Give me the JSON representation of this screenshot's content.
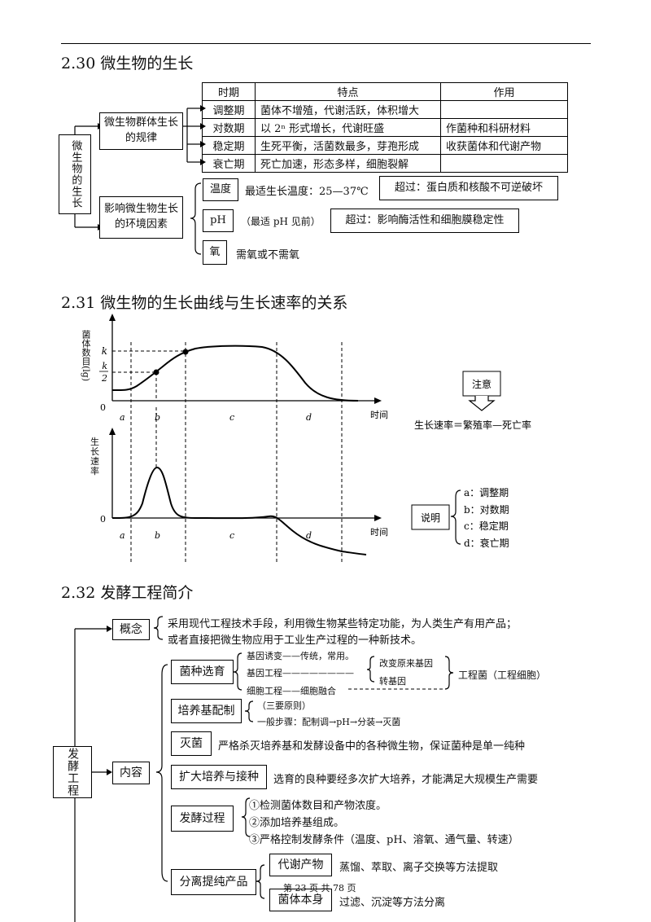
{
  "sec230": {
    "title": "2.30 微生物的生长",
    "root": "微生物的生长",
    "group_rule": "微生物群体生长的规律",
    "factors": "影响微生物生长的环境因素",
    "table": {
      "headers": [
        "时期",
        "特点",
        "作用"
      ],
      "rows": [
        {
          "phase": "调整期",
          "feature": "菌体不增殖，代谢活跃，体积增大",
          "use": ""
        },
        {
          "phase": "对数期",
          "feature": "以 2ⁿ 形式增长，代谢旺盛",
          "use": "作菌种和科研材料"
        },
        {
          "phase": "稳定期",
          "feature": "生死平衡，活菌数最多，芽孢形成",
          "use": "收获菌体和代谢产物"
        },
        {
          "phase": "衰亡期",
          "feature": "死亡加速，形态多样，细胞裂解",
          "use": ""
        }
      ]
    },
    "temp_label": "温度",
    "temp_text": "最适生长温度：25—37℃",
    "temp_over": "超过：蛋白质和核酸不可逆破坏",
    "ph_label": "pH",
    "ph_text": "（最适 pH 见前）",
    "ph_over": "超过：影响酶活性和细胞膜稳定性",
    "o2_label": "氧",
    "o2_text": "需氧或不需氧"
  },
  "sec231": {
    "title": "2.31 微生物的生长曲线与生长速率的关系",
    "y1_label": "菌体数目(lg)",
    "y2_label": "生长速率",
    "x_label": "时间",
    "zero": "0",
    "k": "k",
    "k2_num": "k",
    "k2_den": "2",
    "segments": [
      "a",
      "b",
      "c",
      "d"
    ],
    "note": "注意",
    "note_formula": "生长速率＝繁殖率—死亡率",
    "legend_title": "说明",
    "legend_items": [
      "a：调整期",
      "b：对数期",
      "c：稳定期",
      "d：衰亡期"
    ]
  },
  "sec232": {
    "title": "2.32 发酵工程简介",
    "root": "发酵工程",
    "concept": "概念",
    "concept_text1": "采用现代工程技术手段，利用微生物某些特定功能，为人类生产有用产品；",
    "concept_text2": "或者直接把微生物应用于工业生产过程的一种新技术。",
    "content": "内容",
    "strain": "菌种选育",
    "strain_items": [
      "基因诱变——传统，常用。",
      "基因工程————————",
      "细胞工程——细胞融合"
    ],
    "gene_sub": [
      "改变原来基因",
      "转基因"
    ],
    "engineered": "工程菌（工程细胞）",
    "medium": "培养基配制",
    "medium_items": [
      "（三要原则）",
      "一般步骤：配制调→pH→分装→灭菌"
    ],
    "sterilize": "灭菌",
    "sterilize_text": "严格杀灭培养基和发酵设备中的各种微生物，保证菌种是单一纯种",
    "expand": "扩大培养与接种",
    "expand_text": "选育的良种要经多次扩大培养，才能满足大规模生产需要",
    "ferment": "发酵过程",
    "ferment_items": [
      "①检测菌体数目和产物浓度。",
      "②添加培养基组成。",
      "③严格控制发酵条件（温度、pH、溶氧、通气量、转速）"
    ],
    "separate": "分离提纯产品",
    "metabolite": "代谢产物",
    "metabolite_text": "蒸馏、萃取、离子交换等方法提取",
    "cells": "菌体本身",
    "cells_text": "过滤、沉淀等方法分离"
  },
  "page": "第 23 页 共 78 页"
}
